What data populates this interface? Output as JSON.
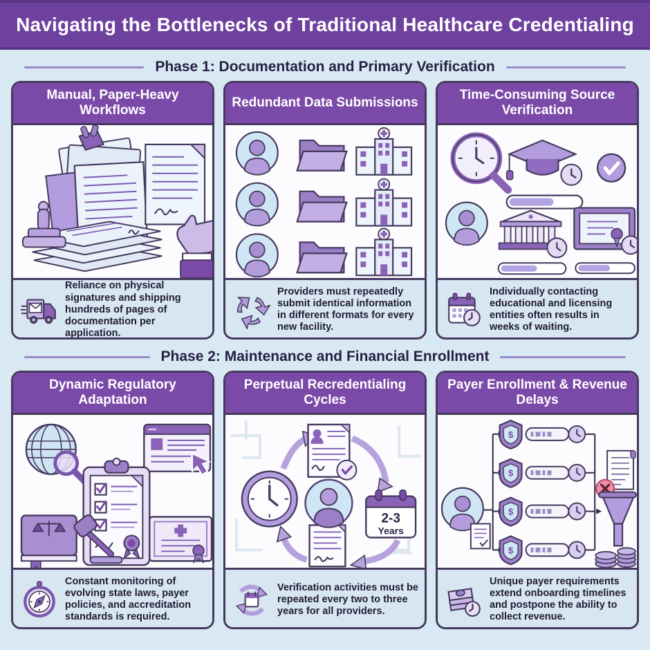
{
  "title": "Navigating the Bottlenecks of Traditional Healthcare Credentialing",
  "phases": [
    {
      "label": "Phase 1: Documentation and Primary Verification",
      "cards": [
        {
          "title": "Manual, Paper-Heavy Workflows",
          "caption": "Reliance on physical signatures and shipping hundreds of pages of documentation per application.",
          "caption_icon": "mail-truck-icon",
          "art": "stack of stamped paper documents, binder clip, rubber stamp, hand holding signed page"
        },
        {
          "title": "Redundant Data Submissions",
          "caption": "Providers must repeatedly submit identical information in different formats for every new facility.",
          "caption_icon": "recycle-icon",
          "art": "three rows of provider avatar, file folder and hospital building"
        },
        {
          "title": "Time-Consuming Source Verification",
          "caption": "Individually contacting educational and licensing entities often results in weeks of waiting.",
          "caption_icon": "calendar-clock-icon",
          "art": "magnifier with clock, graduation cap with clock and progress bar, checkmark, avatar, licensing board and diploma each with clock and progress bar"
        }
      ]
    },
    {
      "label": "Phase 2: Maintenance and Financial Enrollment",
      "cards": [
        {
          "title": "Dynamic Regulatory Adaptation",
          "caption": "Constant monitoring of evolving state laws, payer policies, and accreditation standards is required.",
          "caption_icon": "compass-icon",
          "art": "globe with magnifier, checklist clipboard with seal, policy webpage with cursor, law book with scales and gavel, accreditation certificate"
        },
        {
          "title": "Perpetual Recredentialing Cycles",
          "caption": "Verification activities must be repeated every two to three years for all providers.",
          "caption_icon": "refresh-calendar-icon",
          "art": {
            "description": "cycle of clock, verified document, calendar and signed document around provider avatar",
            "calendar_top": "2-3",
            "calendar_bottom": "Years"
          }
        },
        {
          "title": "Payer Enrollment & Revenue Delays",
          "caption": "Unique payer requirements extend onboarding timelines and postpone the ability to collect revenue.",
          "caption_icon": "cash-clock-icon",
          "art": {
            "description": "provider fans out to four payer shields with progress bars and clocks, funnel with blocked invoice, coin stacks",
            "currency": "$"
          }
        }
      ]
    }
  ],
  "colors": {
    "banner_purple": "#6f419f",
    "card_header_purple": "#7b4aa8",
    "page_background": "#d9e9f4",
    "caption_background": "#d7e6f1",
    "card_border": "#453a5e",
    "accent_purple": "#9b7fc7",
    "accent_purple_light": "#b49dde",
    "illustration_blue": "#cfe7f5",
    "text_dark": "#1f1b33",
    "error_pink": "#ef8fa5"
  }
}
